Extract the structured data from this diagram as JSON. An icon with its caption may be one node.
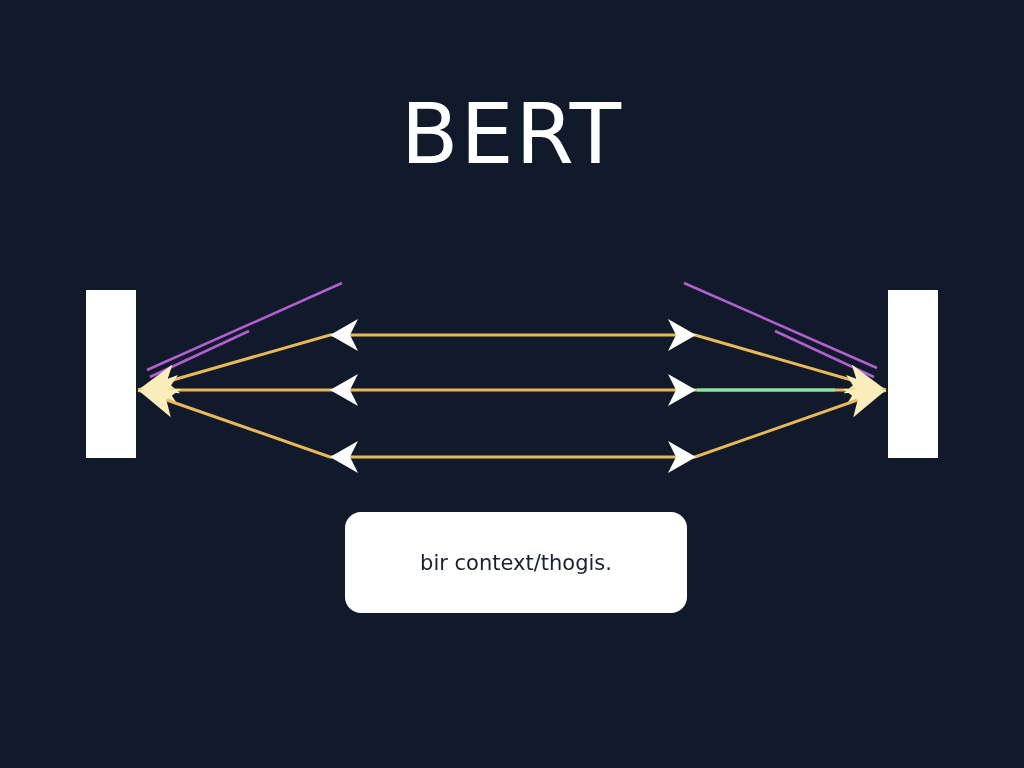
{
  "diagram": {
    "title": "BERT",
    "nodes": [
      {
        "text": [],
        "shape": "bar"
      },
      {
        "text": [],
        "shape": "bar"
      },
      {
        "text": [
          "bir context/thogis."
        ]
      }
    ],
    "edges": [
      {
        "from": 0,
        "to": 1,
        "arrow": "both"
      },
      {
        "from": 0,
        "to": 1,
        "arrow": "both"
      },
      {
        "from": 0,
        "to": 1,
        "arrow": "both"
      }
    ]
  }
}
